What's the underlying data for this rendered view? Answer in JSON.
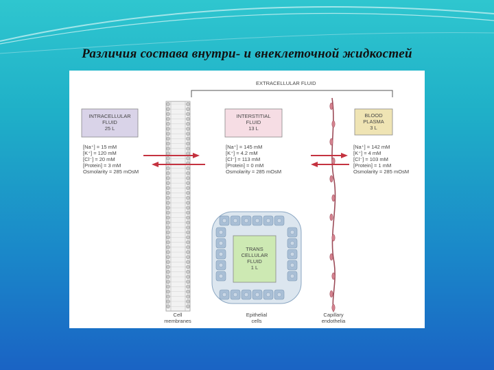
{
  "slide": {
    "title": "Различия состава внутри- и внеклеточной жидкостей"
  },
  "colors": {
    "background_top": "#2fc6cf",
    "background_bottom": "#1a63c4",
    "intracellular_box": "#d9d3e8",
    "interstitial_box": "#f6dde4",
    "plasma_box": "#efe4b4",
    "transcellular_box": "#cde9b3",
    "arrow": "#c4323f",
    "membrane": "#9a9a9a",
    "epithelium": "#a9bfd6"
  },
  "figure": {
    "extracellular_label": "EXTRACELLULAR FLUID",
    "compartments": [
      {
        "lines": [
          "INTRACELLULAR",
          "FLUID",
          "25 L"
        ],
        "values": [
          "[Na⁺] = 15 mM",
          "[K⁺] = 120 mM",
          "[Cl⁻] = 20 mM",
          "[Protein] = 3 mM",
          "Osmolarity = 285 mOsM"
        ]
      },
      {
        "lines": [
          "INTERSTITIAL",
          "FLUID",
          "13 L"
        ],
        "values": [
          "[Na⁺] = 145 mM",
          "[K⁺] = 4.2 mM",
          "[Cl⁻] = 113 mM",
          "[Protein] = 0 mM",
          "Osmolarity = 285 mOsM"
        ]
      },
      {
        "lines": [
          "BLOOD",
          "PLASMA",
          "3 L"
        ],
        "values": [
          "[Na⁺] = 142 mM",
          "[K⁺] = 4 mM",
          "[Cl⁻] = 103 mM",
          "[Protein] = 1 mM",
          "Osmolarity = 285 mOsM"
        ]
      }
    ],
    "transcellular": {
      "lines": [
        "TRANS",
        "CELLULAR",
        "FLUID",
        "1 L"
      ]
    },
    "bottom_labels": {
      "cell_membranes": [
        "Cell",
        "membranes"
      ],
      "epithelial": [
        "Epithelial",
        "cells"
      ],
      "capillary": [
        "Capillary",
        "endothelia"
      ]
    }
  }
}
